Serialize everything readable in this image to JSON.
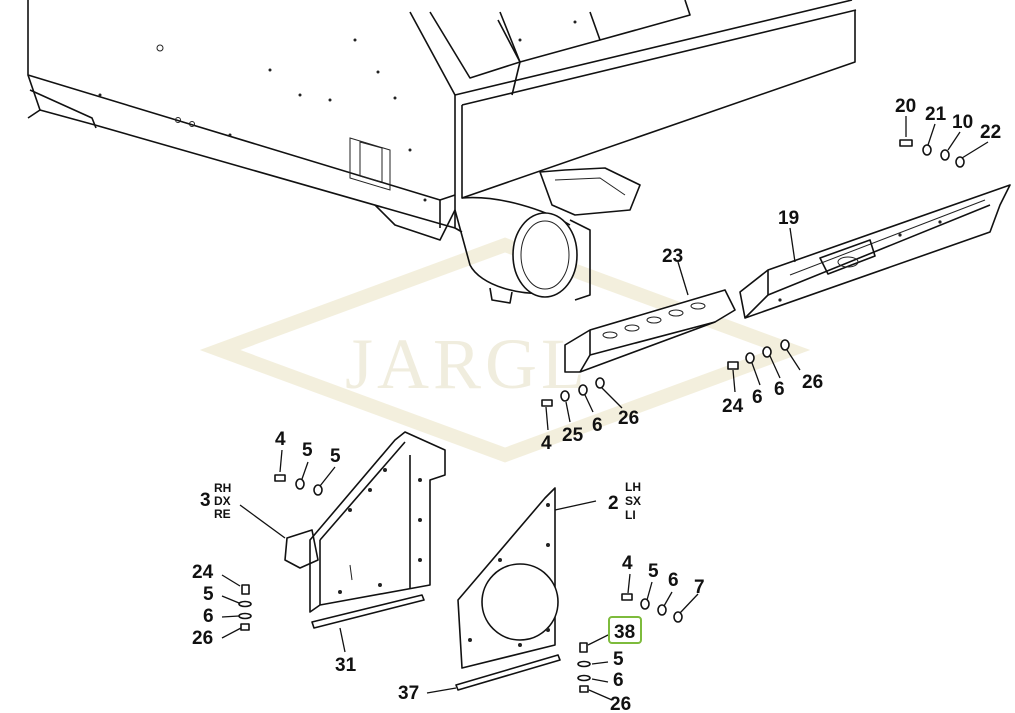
{
  "watermark": "JARGL",
  "accent_color": "#7dbb3c",
  "selected_callout": "38",
  "callouts": {
    "c20": "20",
    "c21": "21",
    "c10": "10",
    "c22": "22",
    "c19": "19",
    "c23": "23",
    "c24a": "24",
    "c6a": "6",
    "c6b": "6",
    "c26a": "26",
    "c4a": "4",
    "c25": "25",
    "c6c": "6",
    "c26b": "26",
    "c4b": "4",
    "c5a": "5",
    "c5b": "5",
    "c3": "3",
    "c2": "2",
    "c24b": "24",
    "c5c": "5",
    "c6d": "6",
    "c26c": "26",
    "c4c": "4",
    "c5d": "5",
    "c6e": "6",
    "c7": "7",
    "c38": "38",
    "c5e": "5",
    "c6f": "6",
    "c26d": "26",
    "c31": "31",
    "c37": "37"
  },
  "side_labels": {
    "right": [
      "RH",
      "DX",
      "RE"
    ],
    "left": [
      "LH",
      "SX",
      "LI"
    ]
  }
}
